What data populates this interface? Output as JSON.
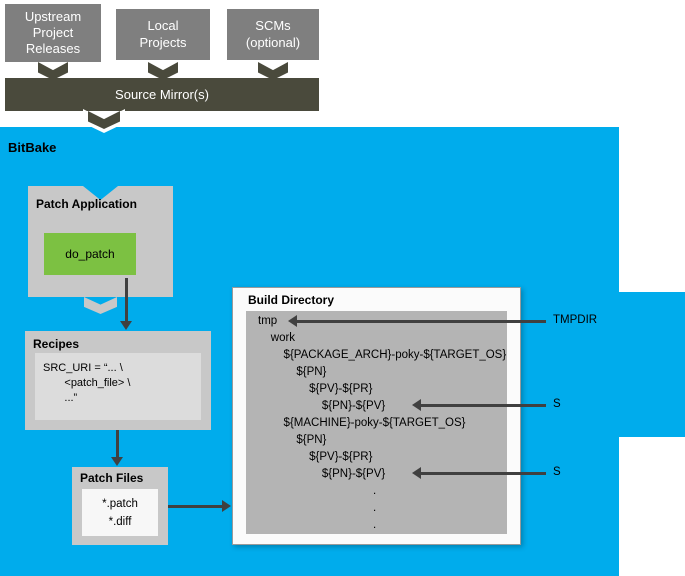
{
  "colors": {
    "bitbake_blue": "#00acec",
    "mirror_olive": "#4a4a3c",
    "source_gray": "#7f7f7f",
    "panel_gray": "#c8c8c8",
    "task_green": "#7cc142",
    "tree_gray": "#b4b4b4",
    "arrow_dark": "#404040"
  },
  "sources": {
    "upstream": "Upstream Project Releases",
    "local": "Local Projects",
    "scms": "SCMs (optional)",
    "mirror": "Source Mirror(s)"
  },
  "bitbake": {
    "title": "BitBake",
    "patch_application": {
      "title": "Patch Application",
      "task": "do_patch"
    },
    "recipes": {
      "title": "Recipes",
      "code": [
        "SRC_URI = “... \\",
        "       <patch_file> \\",
        "       ...”"
      ]
    },
    "patch_files": {
      "title": "Patch Files",
      "files": [
        "*.patch",
        "*.diff"
      ]
    },
    "build_directory": {
      "title": "Build Directory",
      "tree": [
        "tmp",
        "    work",
        "        ${PACKAGE_ARCH}-poky-${TARGET_OS}",
        "            ${PN}",
        "                ${PV}-${PR}",
        "                    ${PN}-${PV}",
        "        ${MACHINE}-poky-${TARGET_OS}",
        "            ${PN}",
        "                ${PV}-${PR}",
        "                    ${PN}-${PV}",
        "                                    .",
        "                                    .",
        "                                    ."
      ]
    },
    "annotations": {
      "tmpdir": "TMPDIR",
      "s1": "S",
      "s2": "S"
    }
  }
}
